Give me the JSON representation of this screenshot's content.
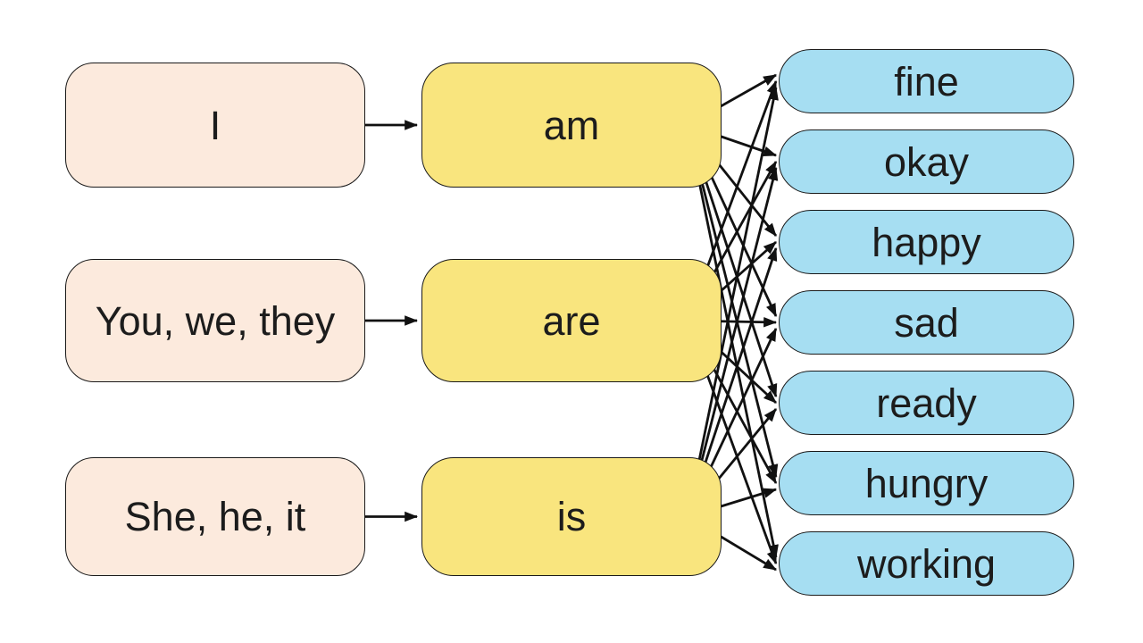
{
  "diagram": {
    "subjects": [
      "I",
      "You, we, they",
      "She, he, it"
    ],
    "verbs": [
      "am",
      "are",
      "is"
    ],
    "adjectives": [
      "fine",
      "okay",
      "happy",
      "sad",
      "ready",
      "hungry",
      "working"
    ],
    "subject_to_verb": [
      [
        0,
        0
      ],
      [
        1,
        1
      ],
      [
        2,
        2
      ]
    ],
    "verb_to_adjective": [
      [
        0,
        0
      ],
      [
        0,
        1
      ],
      [
        0,
        2
      ],
      [
        0,
        3
      ],
      [
        0,
        4
      ],
      [
        0,
        5
      ],
      [
        0,
        6
      ],
      [
        1,
        0
      ],
      [
        1,
        1
      ],
      [
        1,
        2
      ],
      [
        1,
        3
      ],
      [
        1,
        4
      ],
      [
        1,
        5
      ],
      [
        1,
        6
      ],
      [
        2,
        0
      ],
      [
        2,
        1
      ],
      [
        2,
        2
      ],
      [
        2,
        3
      ],
      [
        2,
        4
      ],
      [
        2,
        5
      ],
      [
        2,
        6
      ]
    ]
  },
  "colors": {
    "background": "#ffffff",
    "subject_fill": "#fceadd",
    "verb_fill": "#f9e57e",
    "adjective_fill": "#a6def2",
    "outline": "#1a1a1a",
    "arrow": "#111111",
    "text": "#1c1c1c"
  }
}
